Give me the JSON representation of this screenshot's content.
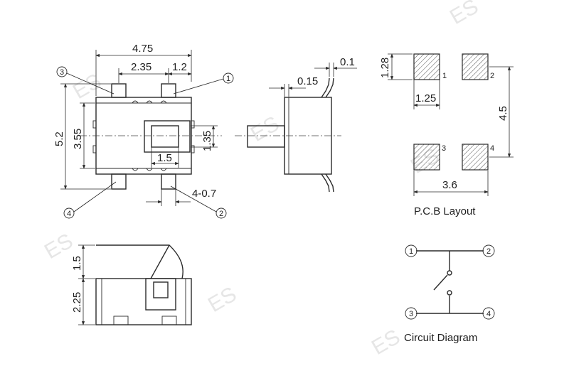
{
  "top_view": {
    "width": "4.75",
    "pin_spacing": "2.35",
    "pin_width": "1.2",
    "height": "5.2",
    "body_height": "3.55",
    "actuator_height": "1.35",
    "actuator_width": "1.5",
    "pin_qty_size": "4-0.7",
    "pins": [
      "1",
      "2",
      "3",
      "4"
    ]
  },
  "side_view": {
    "lead_thickness": "0.1",
    "lead_offset": "0.15"
  },
  "front_view": {
    "actuator_height": "1.5",
    "body_height": "2.25"
  },
  "pcb_layout": {
    "caption": "P.C.B Layout",
    "pad_height": "1.28",
    "pad_width": "1.25",
    "pad_row_spacing": "4.5",
    "pad_col_spacing": "3.6",
    "pads": [
      "1",
      "2",
      "3",
      "4"
    ]
  },
  "circuit": {
    "caption": "Circuit Diagram",
    "nodes": [
      "1",
      "2",
      "3",
      "4"
    ]
  },
  "watermark": "ES"
}
